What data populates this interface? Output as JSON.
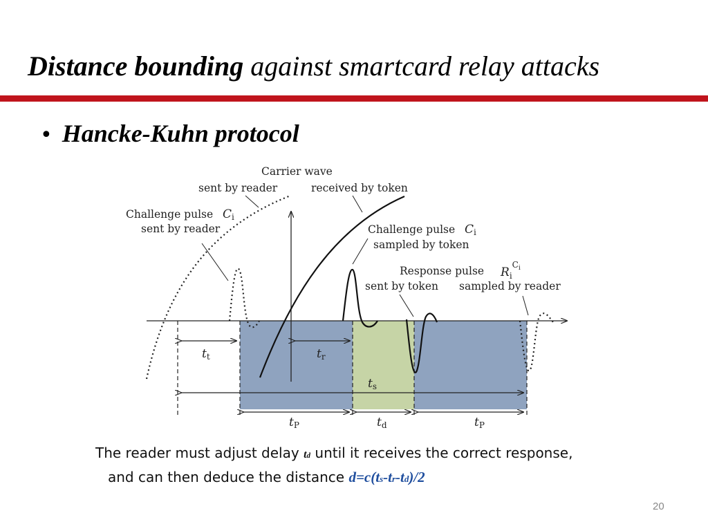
{
  "title": {
    "bold_part": "Distance bounding",
    "rest_part": " against smartcard relay attacks"
  },
  "bullet": {
    "symbol": "•",
    "text": "Hancke-Kuhn protocol"
  },
  "diagram": {
    "labels": {
      "carrier_wave": "Carrier wave",
      "sent_by_reader": "sent by reader",
      "received_by_token": "received by token",
      "challenge_pulse": "Challenge pulse",
      "challenge_sent": "sent by reader",
      "challenge_pulse_2": "Challenge pulse",
      "sampled_by_token": "sampled by token",
      "response_pulse": "Response pulse",
      "sent_by_token": "sent by token",
      "sampled_by_reader": "sampled by reader"
    },
    "math": {
      "ci": "C",
      "ci_sub": "i",
      "ci2": "C",
      "ci2_sub": "i",
      "ri": "R",
      "ri_sub": "i",
      "ri_sup": "C",
      "ri_sup_sub": "i",
      "t": "t",
      "tt_sub": "t",
      "tr_sub": "r",
      "ts_sub": "s",
      "tp_sub": "P",
      "td_sub": "d",
      "tp2_sub": "P"
    },
    "colors": {
      "blue_region": "#8fa3bf",
      "green_region": "#c6d4a6",
      "title_rule": "#c0141c",
      "formula": "#1f4e9e"
    }
  },
  "caption": {
    "line1_a": "The reader must adjust delay ",
    "td": "td",
    "line1_b": " until it receives the correct response,",
    "line2_a": "and can then deduce the distance ",
    "formula_parts": [
      "d=c(t",
      "s",
      "-t",
      "r",
      "-t",
      "d",
      ")/2"
    ]
  },
  "page_number": "20"
}
